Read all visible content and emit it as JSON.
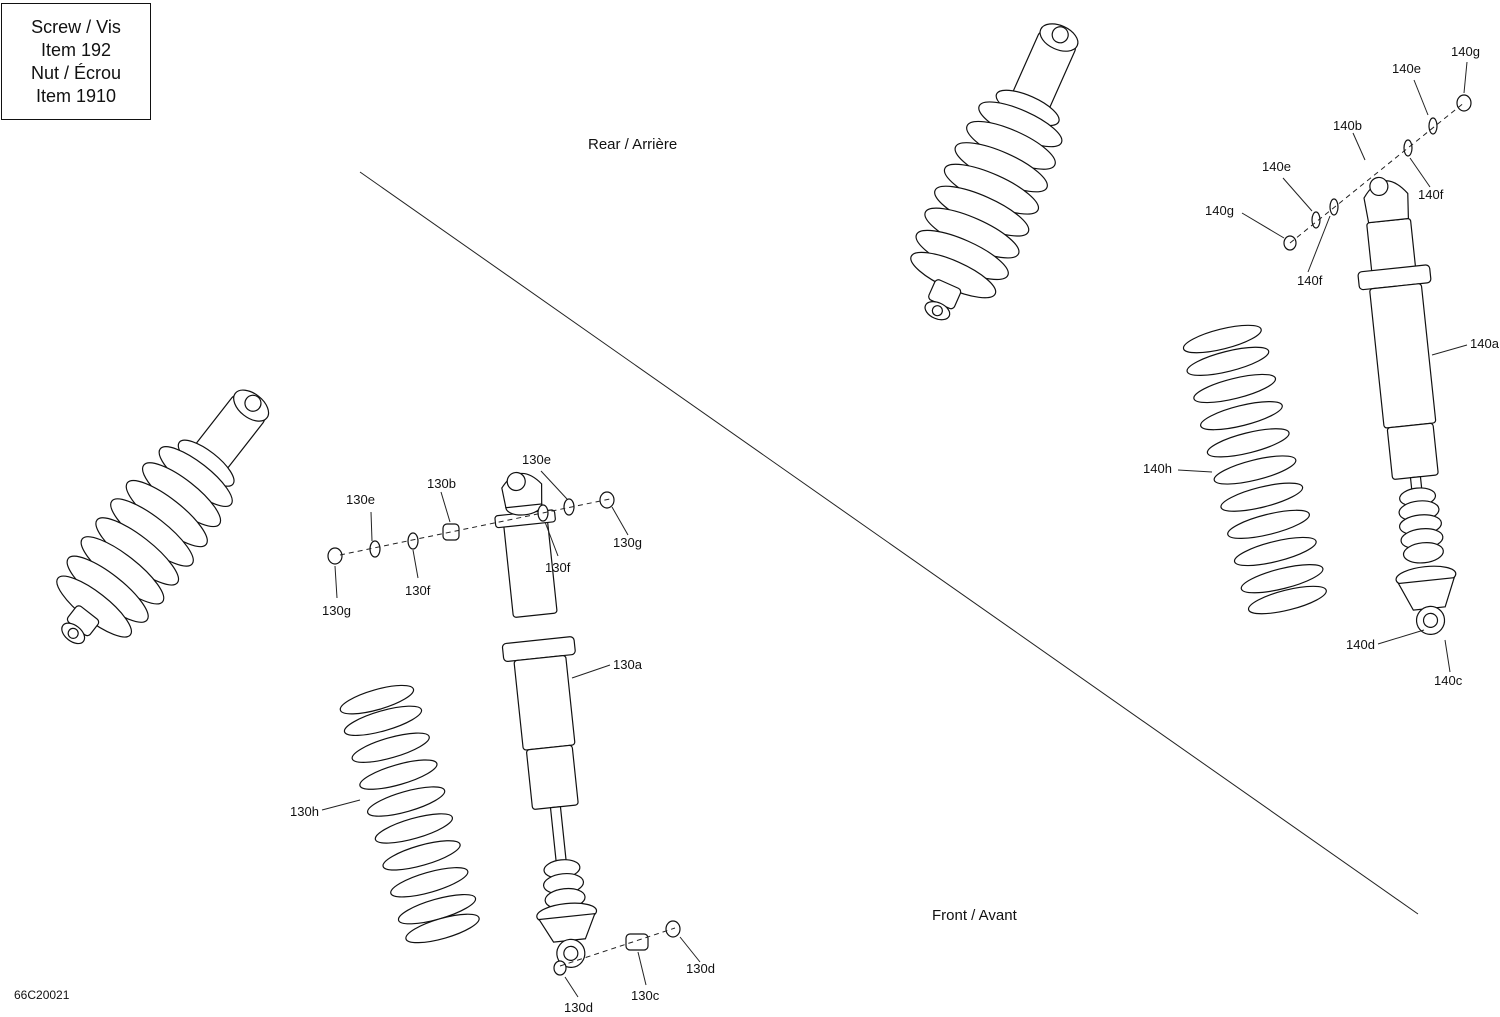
{
  "legend": {
    "line1": "Screw / Vis",
    "line2": "Item 192",
    "line3": "Nut / Écrou",
    "line4": "Item 1910"
  },
  "section_labels": {
    "rear": "Rear / Arrière",
    "front": "Front / Avant"
  },
  "reference_code": "66C20021",
  "callouts_front": {
    "a": "130a",
    "b": "130b",
    "c": "130c",
    "d1": "130d",
    "d2": "130d",
    "e1": "130e",
    "e2": "130e",
    "f1": "130f",
    "f2": "130f",
    "g1": "130g",
    "g2": "130g",
    "h": "130h"
  },
  "callouts_rear": {
    "a": "140a",
    "b": "140b",
    "c": "140c",
    "d": "140d",
    "e1": "140e",
    "e2": "140e",
    "f1": "140f",
    "f2": "140f",
    "g1": "140g",
    "g2": "140g",
    "h": "140h"
  }
}
